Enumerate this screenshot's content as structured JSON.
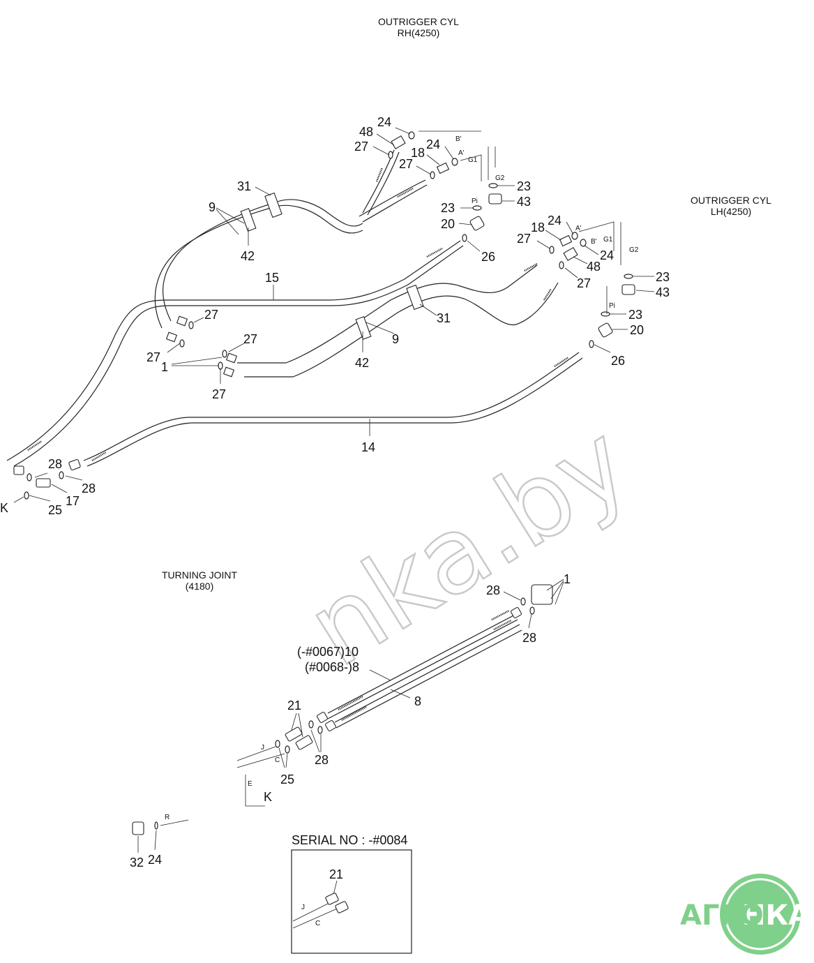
{
  "headings": {
    "rh_title": "OUTRIGGER CYL",
    "rh_code": "RH(4250)",
    "lh_title": "OUTRIGGER CYL",
    "lh_code": "LH(4250)",
    "tj_title": "TURNING JOINT",
    "tj_code": "(4180)",
    "serial": "SERIAL NO : -#0084"
  },
  "parts": {
    "p1": "1",
    "p8": "8",
    "p9": "9",
    "p14": "14",
    "p15": "15",
    "p17": "17",
    "p18": "18",
    "p20": "20",
    "p21": "21",
    "p23": "23",
    "p24": "24",
    "p25": "25",
    "p26": "26",
    "p27": "27",
    "p28": "28",
    "p31": "31",
    "p32": "32",
    "p42": "42",
    "p43": "43",
    "p48": "48",
    "p10_serial": "(-#0067)10",
    "p8_serial": "(#0068-)8"
  },
  "ports": {
    "a": "A'",
    "b": "B'",
    "g1": "G1",
    "g2": "G2",
    "pi": "Pi",
    "k": "K",
    "j": "J",
    "c": "C",
    "e": "E",
    "r": "R"
  },
  "watermark": {
    "text": "nka.by",
    "logo_left": "АГРО",
    "logo_right": "НКА",
    "logo_color": "#7fd08a"
  }
}
